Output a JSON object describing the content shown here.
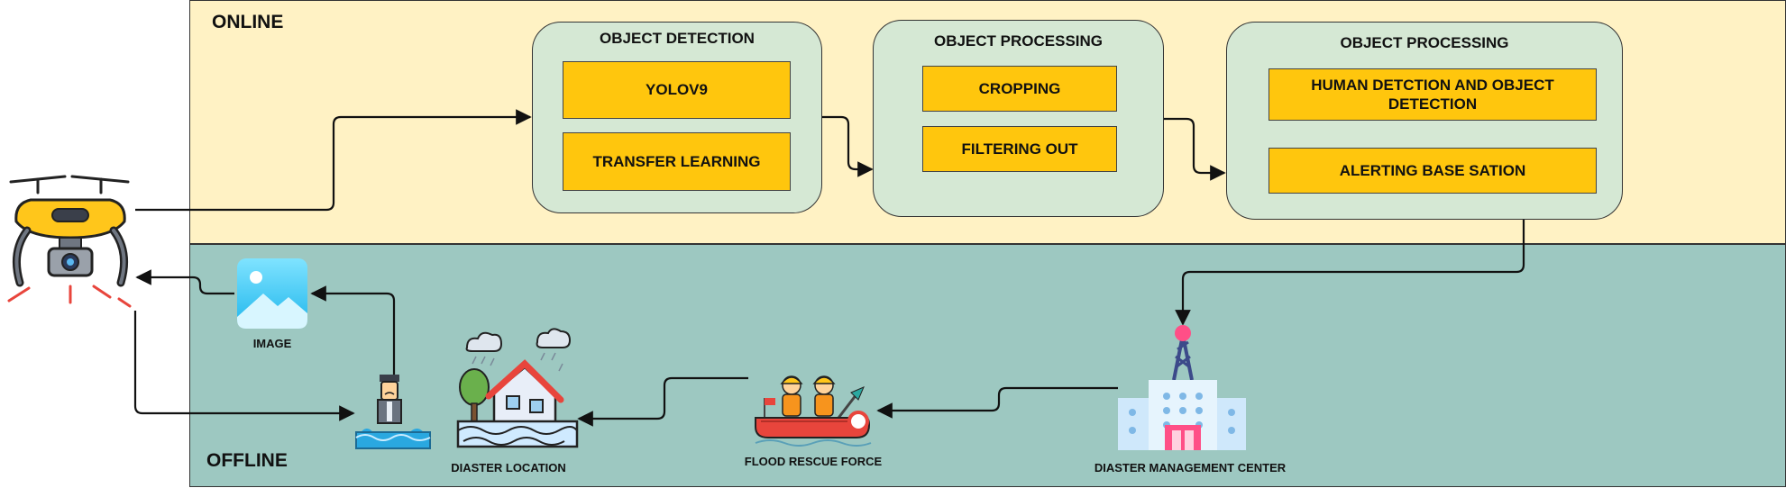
{
  "zones": {
    "online_label": "ONLINE",
    "offline_label": "OFFLINE"
  },
  "stages": [
    {
      "title": "OBJECT DETECTION",
      "steps": [
        "YOLOV9",
        "TRANSFER LEARNING"
      ]
    },
    {
      "title": "OBJECT PROCESSING",
      "steps": [
        "CROPPING",
        "FILTERING OUT"
      ]
    },
    {
      "title": "OBJECT PROCESSING",
      "steps": [
        "HUMAN DETCTION AND OBJECT DETECTION",
        "ALERTING BASE SATION"
      ]
    }
  ],
  "offline_nodes": {
    "image": "IMAGE",
    "disaster_location": "DIASTER LOCATION",
    "rescue_force": "FLOOD RESCUE FORCE",
    "management_center": "DIASTER MANAGEMENT CENTER"
  },
  "icons": [
    "drone-icon",
    "image-icon",
    "drowning-person-icon",
    "flooded-house-icon",
    "rescue-boat-icon",
    "control-tower-building-icon"
  ],
  "colors": {
    "online_bg": "#fff2c4",
    "offline_bg": "#9dc8c1",
    "stage_bg": "#d5e8d4",
    "step_bg": "#ffc60d"
  }
}
